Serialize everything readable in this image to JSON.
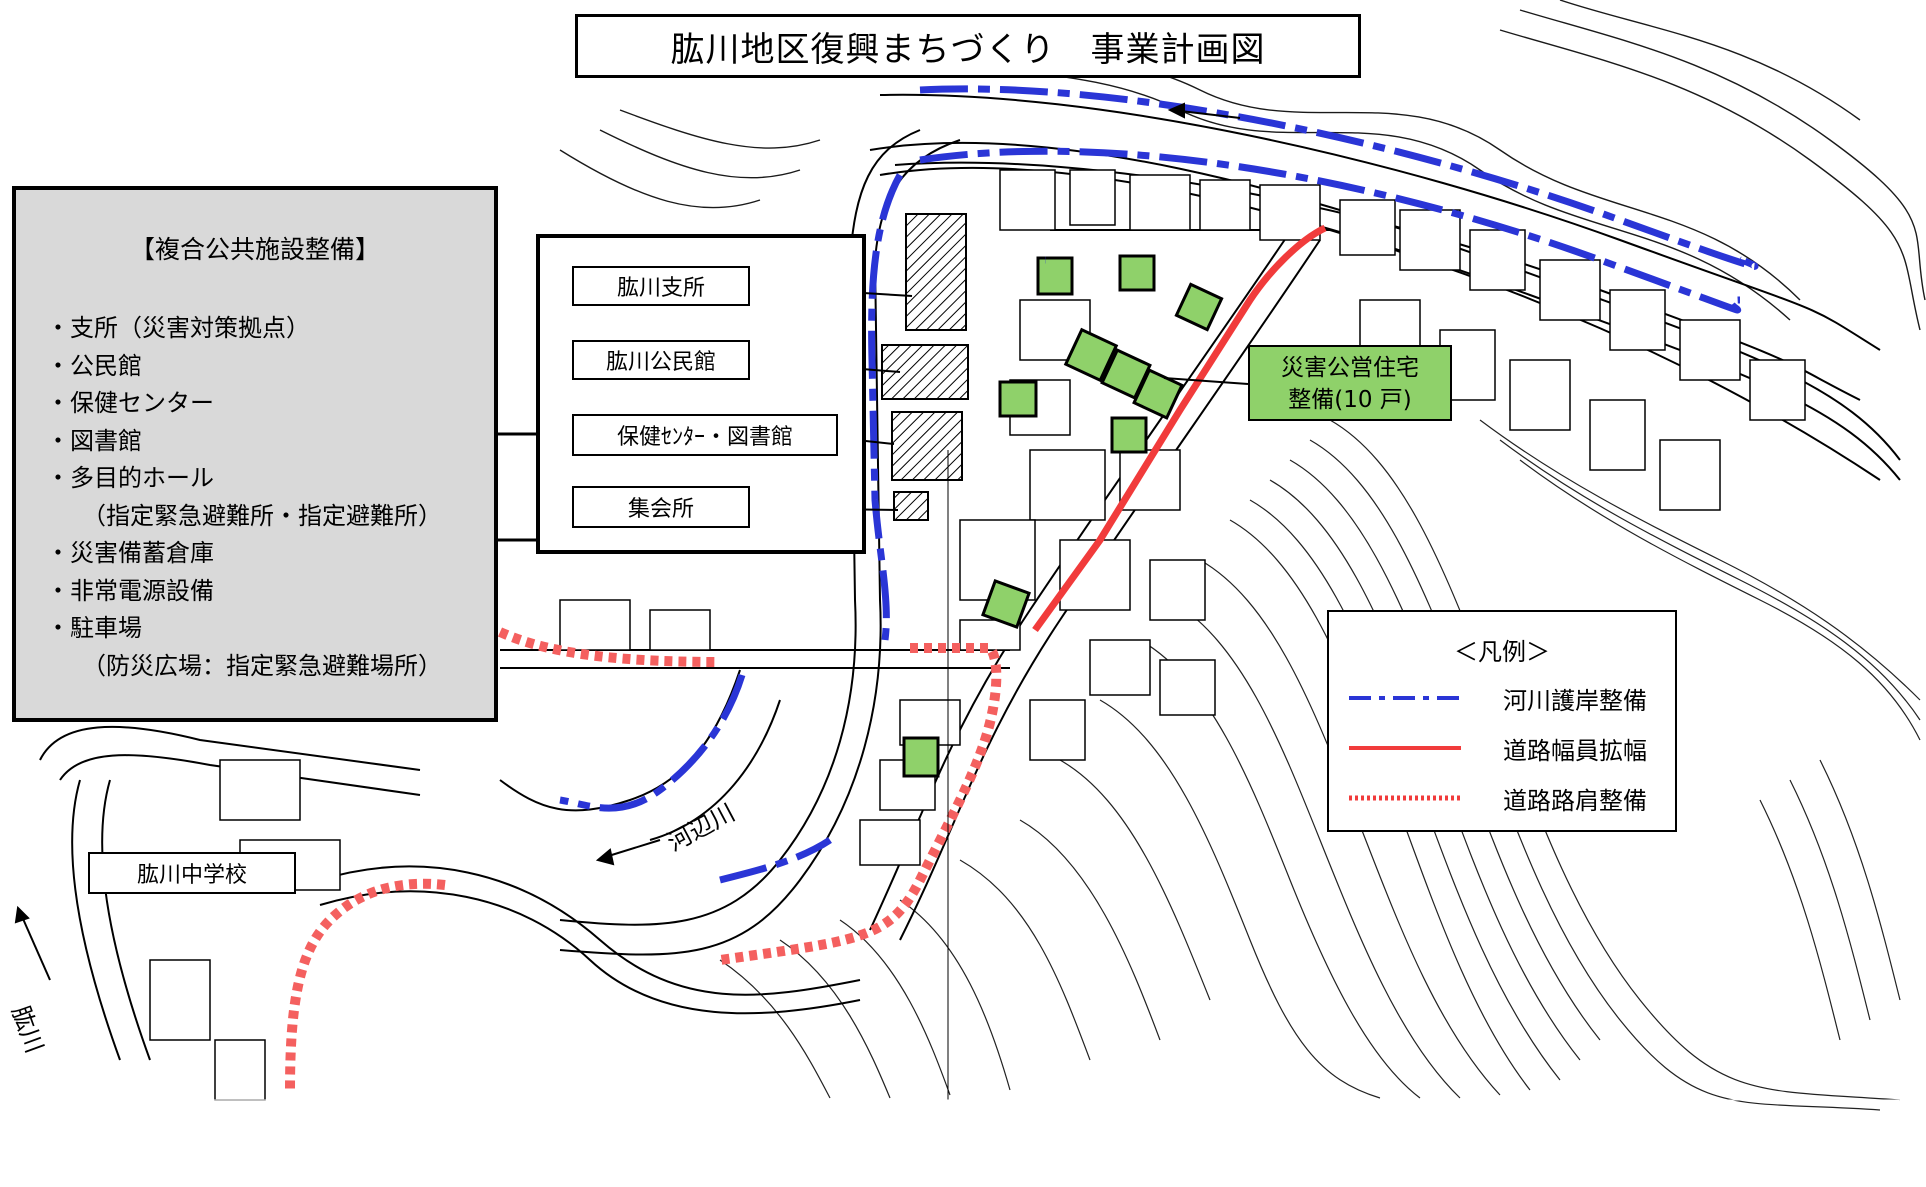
{
  "title": "肱川地区復興まちづくり　事業計画図",
  "facility_panel": {
    "heading": "【複合公共施設整備】",
    "items": [
      "・支所（災害対策拠点）",
      "・公民館",
      "・保健センター",
      "・図書館",
      "・多目的ホール",
      "（指定緊急避難所・指定避難所）",
      "・災害備蓄倉庫",
      "・非常電源設備",
      "・駐車場",
      "（防災広場：指定緊急避難場所）"
    ]
  },
  "facility_labels": {
    "branch_office": "肱川支所",
    "community_hall": "肱川公民館",
    "health_library": "保健ｾﾝﾀｰ・図書館",
    "meeting_hall": "集会所"
  },
  "housing_label": {
    "line1": "災害公営住宅",
    "line2": "整備(10 戸)"
  },
  "school_label": "肱川中学校",
  "river_labels": {
    "kabe_river": "河辺川",
    "hiji_river": "肱川"
  },
  "legend": {
    "title": "＜凡例＞",
    "items": [
      {
        "label": "河川護岸整備",
        "color": "#2a35d6",
        "style": "dash-dot"
      },
      {
        "label": "道路幅員拡幅",
        "color": "#f13b3b",
        "style": "solid"
      },
      {
        "label": "道路路肩整備",
        "color": "#f13b3b",
        "style": "dotted"
      }
    ]
  },
  "colors": {
    "river_revetment": "#2a35d6",
    "road_widening": "#f13b3b",
    "road_shoulder": "#f4605f",
    "public_housing": "#8fd16a",
    "facility_panel_bg": "#d9d9d9"
  }
}
